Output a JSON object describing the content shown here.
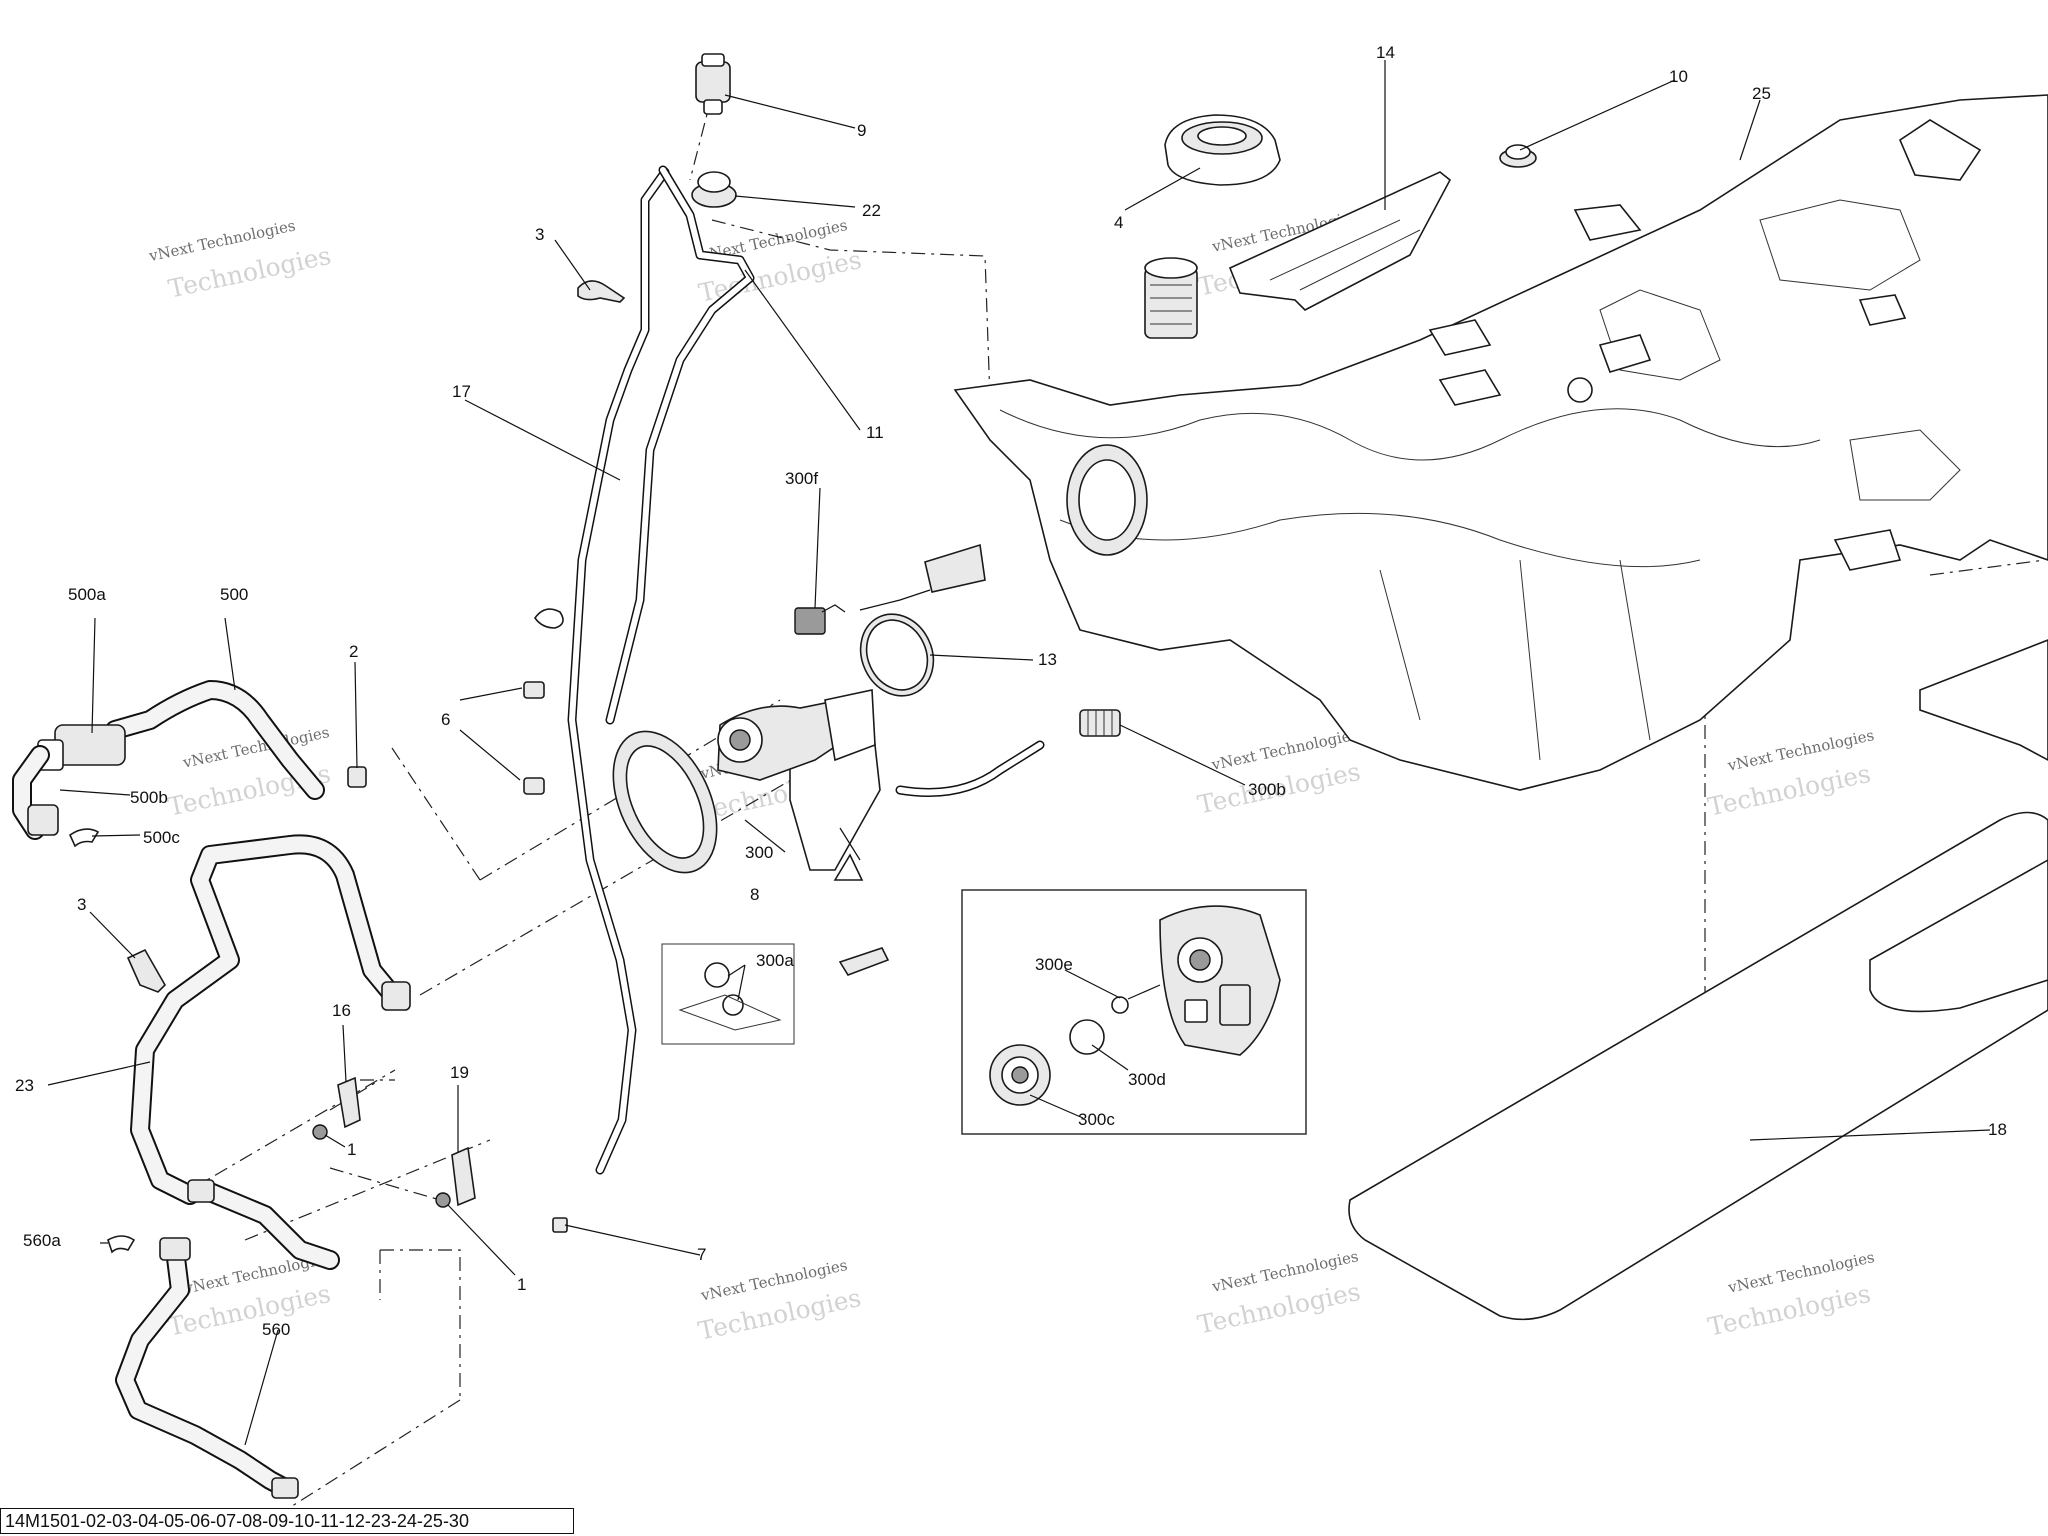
{
  "diagram": {
    "callouts": {
      "c1a": "1",
      "c1b": "1",
      "c2": "2",
      "c3a": "3",
      "c3b": "3",
      "c4": "4",
      "c6": "6",
      "c7": "7",
      "c8": "8",
      "c9": "9",
      "c10": "10",
      "c11": "11",
      "c13": "13",
      "c14": "14",
      "c16": "16",
      "c17": "17",
      "c18": "18",
      "c19": "19",
      "c22": "22",
      "c23": "23",
      "c25": "25",
      "c300": "300",
      "c300a": "300a",
      "c300b": "300b",
      "c300c": "300c",
      "c300d": "300d",
      "c300e": "300e",
      "c300f": "300f",
      "c500": "500",
      "c500a": "500a",
      "c500b": "500b",
      "c500c": "500c",
      "c560": "560",
      "c560a": "560a"
    },
    "watermark": {
      "line1": "vNext Technologies",
      "line2": "Technologies"
    },
    "reference_code": "14M1501-02-03-04-05-06-07-08-09-10-11-12-23-24-25-30"
  }
}
